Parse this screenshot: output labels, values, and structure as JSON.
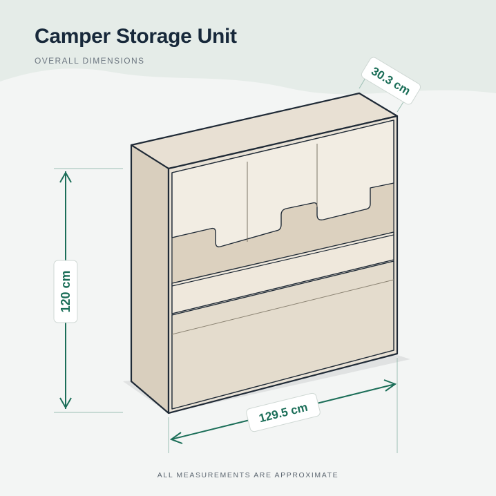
{
  "header": {
    "title": "Camper Storage Unit",
    "subtitle": "OVERALL DIMENSIONS"
  },
  "dimensions": {
    "height": "120 cm",
    "width": "129.5 cm",
    "depth": "30.3 cm"
  },
  "footer": {
    "note": "ALL MEASUREMENTS ARE APPROXIMATE"
  },
  "colors": {
    "dimension_green": "#1b6e58",
    "outline": "#1f2a36",
    "cabinet_side": "#ddd3c3",
    "cabinet_front_light": "#f1eadf",
    "cabinet_front_mid": "#dcd1bf"
  }
}
